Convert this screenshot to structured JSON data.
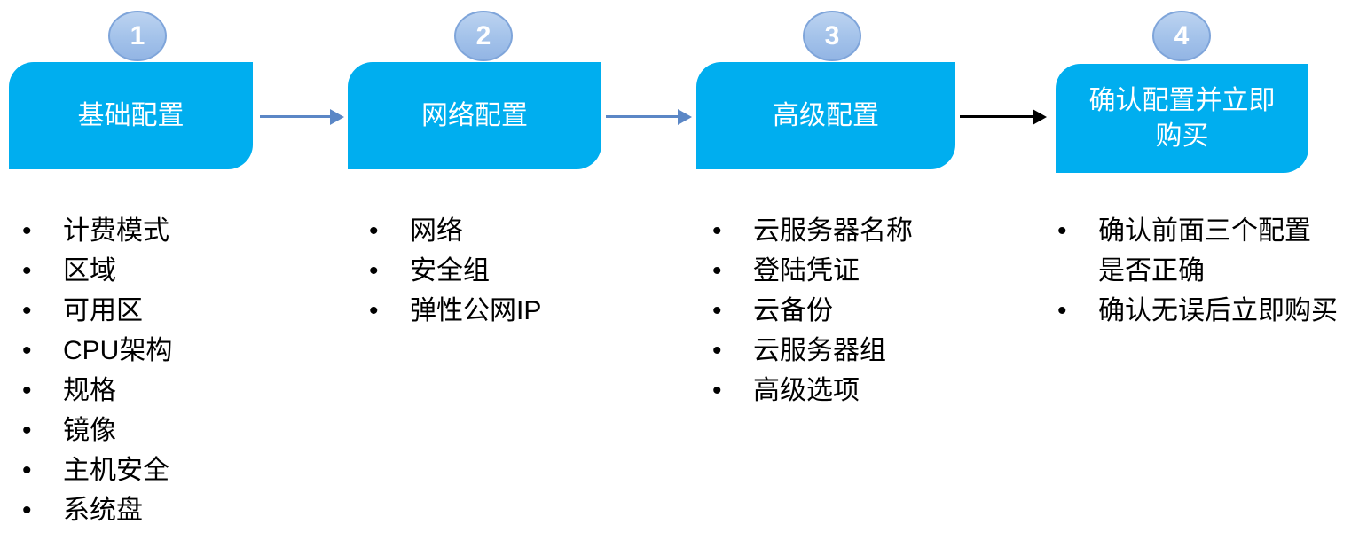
{
  "list_bullet": "•",
  "steps": [
    {
      "number": "1",
      "title": "基础配置",
      "items": [
        "计费模式",
        "区域",
        "可用区",
        "CPU架构",
        "规格",
        "镜像",
        "主机安全",
        "系统盘"
      ]
    },
    {
      "number": "2",
      "title": "网络配置",
      "items": [
        "网络",
        "安全组",
        "弹性公网IP"
      ]
    },
    {
      "number": "3",
      "title": "高级配置",
      "items": [
        "云服务器名称",
        "登陆凭证",
        "云备份",
        "云服务器组",
        "高级选项"
      ]
    },
    {
      "number": "4",
      "title": "确认配置并立即\n购买",
      "items": [
        "确认前面三个配置\n 是否正确",
        "确认无误后立即购买"
      ]
    }
  ],
  "arrows": [
    {
      "from": "基础配置",
      "to": "网络配置",
      "color": "#5B87C6"
    },
    {
      "from": "网络配置",
      "to": "高级配置",
      "color": "#5B87C6"
    },
    {
      "from": "高级配置",
      "to": "确认配置并立即购买",
      "color": "#000000"
    }
  ],
  "colors": {
    "background": "#FFFFFF",
    "box_fill": "#00AEEF",
    "box_text": "#FFFFFF",
    "badge_fill": "#A9C6EB",
    "badge_border": "#7FA5DA",
    "badge_text": "#FFFFFF",
    "arrow_blue": "#5B87C6",
    "arrow_black": "#000000",
    "list_text": "#000000"
  }
}
